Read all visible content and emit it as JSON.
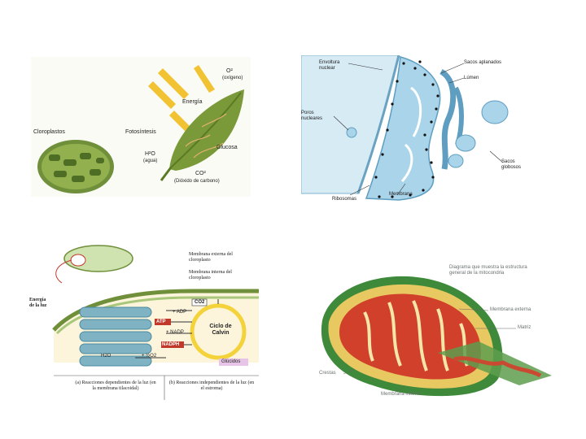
{
  "colors": {
    "page_bg": "#ffffff",
    "leaf_green": "#7a9a3a",
    "chloroplast_green": "#6f8f3a",
    "er_blue": "#a9d4ea",
    "calvin_yellow": "#f3d23a",
    "atp_red": "#c0392b",
    "mito_red": "#d0402a"
  },
  "panel_photosynthesis": {
    "chloroplasts_label": "Cloroplastos",
    "photosynthesis_label": "Fotosíntesis",
    "energy_label": "Energía",
    "oxygen_label": "O²",
    "oxygen_sub": "(oxígeno)",
    "water_label": "H²O",
    "water_sub": "(agua)",
    "glucose_label": "Glucosa",
    "co2_label": "CO²",
    "co2_sub": "(Dióxido de carbono)"
  },
  "panel_golgi": {
    "nuclear_envelope": "Envoltura nuclear",
    "flattened_sacs": "Sacos aplanados",
    "lumen": "Lúmen",
    "nuclear_pores": "Poros nucleares",
    "globular_sacs": "Sacos globosos",
    "ribosomes": "Ribosomas",
    "membrane": "Membrana"
  },
  "panel_calvin": {
    "outer_membrane": "Membrana externa del cloroplasto",
    "inner_membrane": "Membrana interna del cloroplasto",
    "light_energy": "Energía de la luz",
    "co2": "CO2",
    "adp": "+ ADP",
    "atp": "ATP",
    "nadp": "+ NADP",
    "nadph": "NADPH",
    "calvin_cycle": "Ciclo de Calvin",
    "water": "H2O",
    "o2": "+ ½O2",
    "glucose": "Glúcidos",
    "caption_a": "(a) Reacciones dependientes de la luz (en la membrana tilacoidal)",
    "caption_b": "(b) Reacciones independientes de la luz (en el estroma)"
  },
  "panel_mitochondrion": {
    "title": "Diagrama que muestra la estructura general de la mitocondria",
    "label_top1": "Membrana externa",
    "label_top2": "Matriz",
    "label_bottom1": "Crestas",
    "label_bottom2": "Membrana interna"
  }
}
